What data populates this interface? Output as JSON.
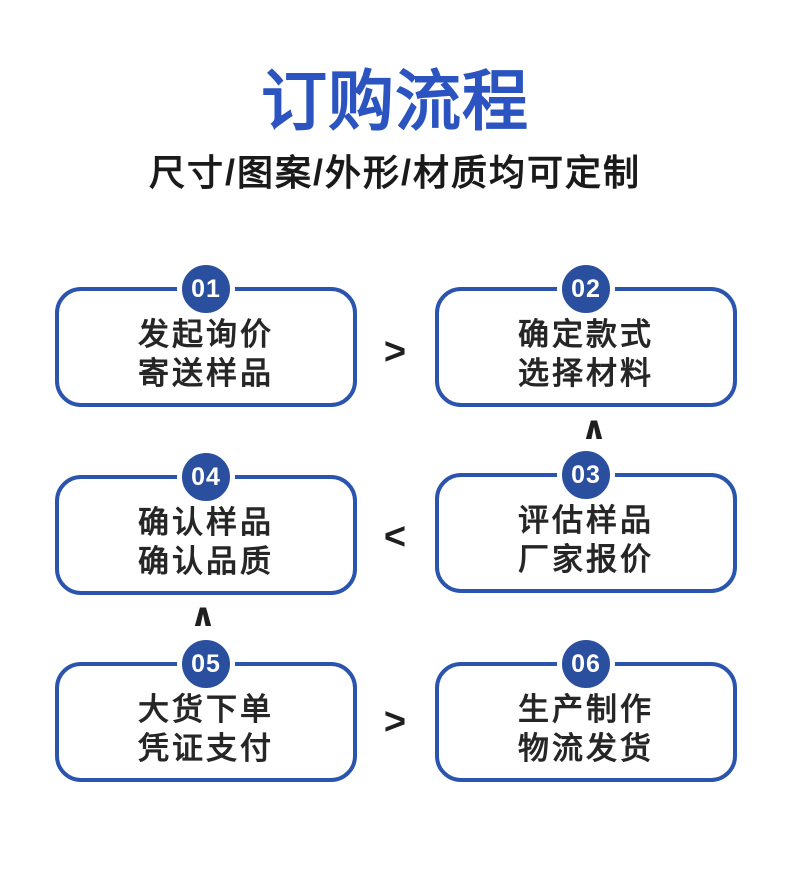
{
  "header": {
    "title": "订购流程",
    "subtitle": "尺寸/图案/外形/材质均可定制"
  },
  "colors": {
    "title_blue": "#2b54c1",
    "box_border_blue": "#2a54ad",
    "badge_blue": "#2a4f9f",
    "step_text_dark": "#262626",
    "arrow_dark": "#1f1f1f",
    "background": "#ffffff"
  },
  "flow": {
    "steps": [
      {
        "number": "01",
        "line1": "发起询价",
        "line2": "寄送样品"
      },
      {
        "number": "02",
        "line1": "确定款式",
        "line2": "选择材料"
      },
      {
        "number": "03",
        "line1": "评估样品",
        "line2": "厂家报价"
      },
      {
        "number": "04",
        "line1": "确认样品",
        "line2": "确认品质"
      },
      {
        "number": "05",
        "line1": "大货下单",
        "line2": "凭证支付"
      },
      {
        "number": "06",
        "line1": "生产制作",
        "line2": "物流发货"
      }
    ],
    "arrows": [
      {
        "glyph": ">"
      },
      {
        "glyph": "∧"
      },
      {
        "glyph": "<"
      },
      {
        "glyph": "∧"
      },
      {
        "glyph": ">"
      }
    ]
  }
}
